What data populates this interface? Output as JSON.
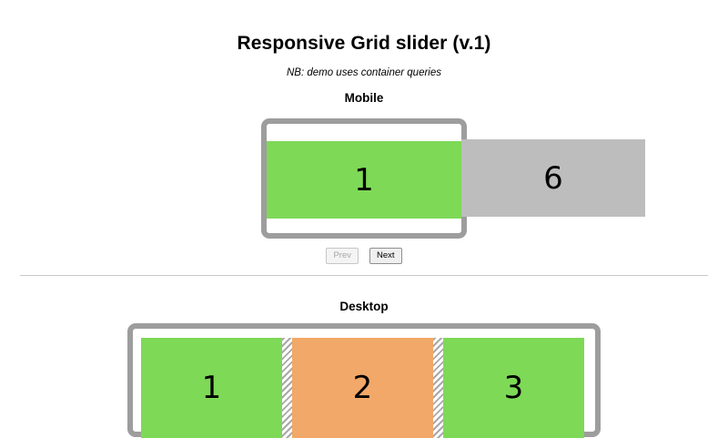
{
  "page": {
    "title": "Responsive Grid slider (v.1)",
    "note": "NB: demo uses container queries"
  },
  "colors": {
    "slide_green": "#7ed957",
    "slide_orange": "#f2a868",
    "slide_grey": "#bdbdbd",
    "frame_border": "#9d9d9d",
    "divider": "#c8c8c8",
    "gutter_stripe": "#a8a8a8"
  },
  "mobile": {
    "heading": "Mobile",
    "slides": [
      {
        "label": "1",
        "color": "green"
      },
      {
        "label": "6",
        "color": "grey"
      }
    ],
    "nav": {
      "prev_label": "Prev",
      "prev_disabled": true,
      "next_label": "Next",
      "next_disabled": false
    }
  },
  "desktop": {
    "heading": "Desktop",
    "slides": [
      {
        "label": "1",
        "color": "green"
      },
      {
        "label": "2",
        "color": "orange"
      },
      {
        "label": "3",
        "color": "green"
      }
    ]
  }
}
